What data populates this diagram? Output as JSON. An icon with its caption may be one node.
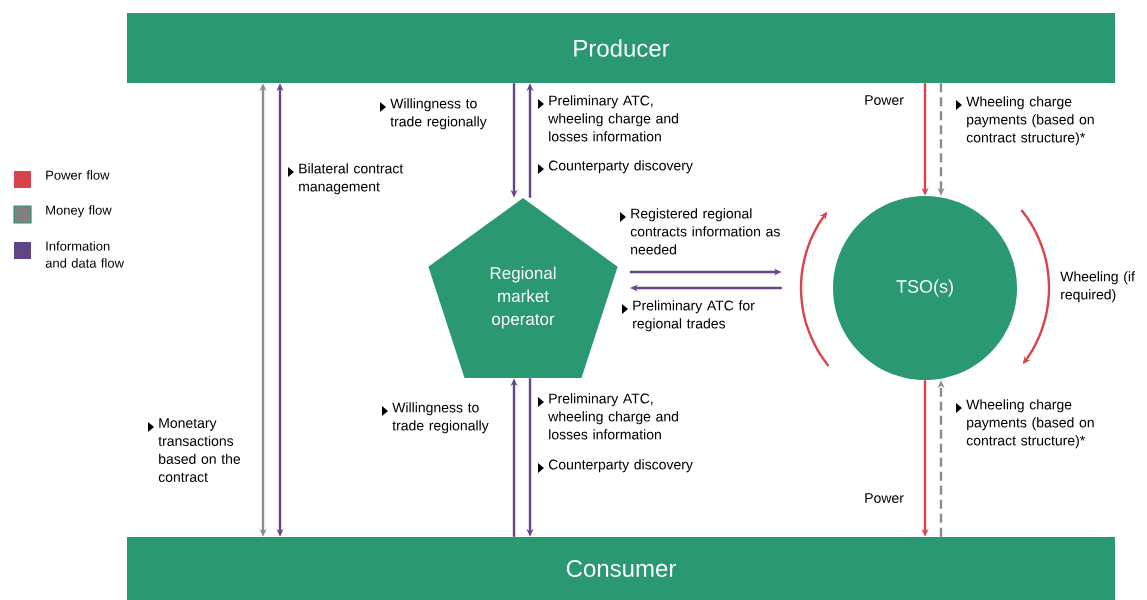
{
  "diagram": {
    "nodes": [
      {
        "text": [
          "Producer"
        ]
      },
      {
        "text": [
          "Consumer"
        ]
      },
      {
        "text": [
          "Regional market operator"
        ]
      },
      {
        "text": [
          "TSO(s)"
        ]
      }
    ],
    "edges": [
      {
        "from": 0,
        "to": 1,
        "arrow": "both",
        "color": "#8c8c8c",
        "label": "Monetary transactions based on the contract"
      },
      {
        "from": 1,
        "to": 0,
        "arrow": "both",
        "label": "Bilateral contract management"
      },
      {
        "from": 0,
        "to": 2,
        "arrow": "to",
        "label": "Willingness to trade regionally"
      },
      {
        "from": 2,
        "to": 0,
        "arrow": "to",
        "label": "Preliminary ATC, wheeling charge and losses information"
      },
      {
        "from": 2,
        "to": 3,
        "arrow": "to",
        "label": "Registered regional contracts information as needed"
      },
      {
        "from": 3,
        "to": 2,
        "arrow": "to",
        "label": "Preliminary ATC for regional trades"
      },
      {
        "from": 0,
        "to": 3,
        "arrow": "to",
        "color": "#d9434b",
        "label": "Power"
      },
      {
        "from": 0,
        "to": 3,
        "arrow": "to",
        "style": "dashed",
        "color": "#8c8c8c",
        "label": "Wheeling charge payments (based on contract structure)*"
      },
      {
        "from": 1,
        "to": 2,
        "arrow": "to",
        "label": "Willingness to trade regionally"
      },
      {
        "from": 2,
        "to": 1,
        "arrow": "to",
        "label": "Preliminary ATC, wheeling charge and losses information"
      },
      {
        "from": 3,
        "to": 1,
        "arrow": "to",
        "color": "#d9434b",
        "label": "Power"
      },
      {
        "from": 1,
        "to": 3,
        "arrow": "to",
        "style": "dashed",
        "color": "#8c8c8c",
        "label": "Wheeling charge payments (based on contract structure)*"
      }
    ],
    "labels": [
      "Counterparty discovery",
      "Counterparty discovery",
      "Wheeling (if required)"
    ],
    "legend": [
      {
        "text": "Power flow",
        "color": "#d9434b"
      },
      {
        "text": "Money flow",
        "color": "#808080"
      },
      {
        "text": "Information and data flow",
        "color": "#5e4585"
      }
    ]
  }
}
